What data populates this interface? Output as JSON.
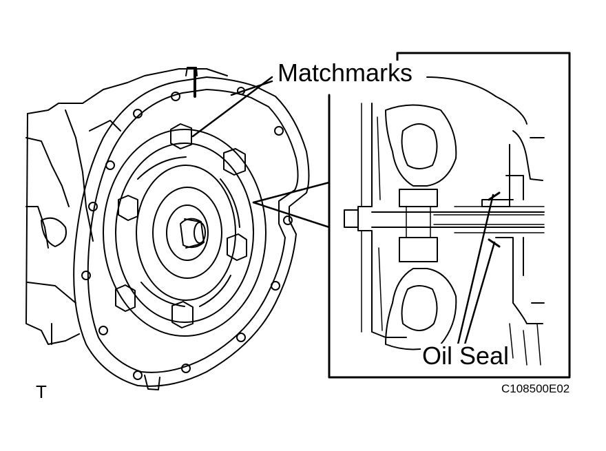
{
  "labels": {
    "matchmarks": "Matchmarks",
    "oil_seal": "Oil Seal",
    "figure_id": "C108500E02",
    "corner_mark": "T"
  },
  "colors": {
    "ink": "#000000",
    "paper": "#ffffff"
  }
}
